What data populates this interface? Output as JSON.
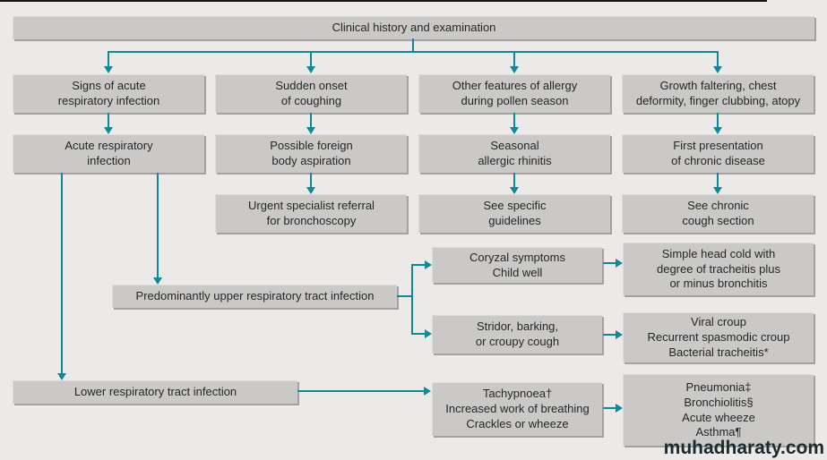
{
  "title": "Clinical history and examination flowchart",
  "palette": {
    "background": "#ebeae8",
    "box_fill": "#cac9c7",
    "box_shadow": "#a3a2a0",
    "arrow": "#0e8995",
    "text": "#262626",
    "watermark": "#1b2a2d"
  },
  "nodes": {
    "root": "Clinical history and examination",
    "signs": "Signs of acute\nrespiratory infection",
    "sudden": "Sudden onset\nof coughing",
    "allergy": "Other features of allergy\nduring pollen season",
    "growth": "Growth faltering, chest\ndeformity, finger clubbing, atopy",
    "acute": "Acute respiratory\ninfection",
    "foreign": "Possible foreign\nbody aspiration",
    "rhinitis": "Seasonal\nallergic rhinitis",
    "chronic_first": "First presentation\nof chronic disease",
    "bronchoscopy": "Urgent specialist referral\nfor bronchoscopy",
    "guidelines": "See specific\nguidelines",
    "chronic_section": "See chronic\ncough section",
    "upper_rti": "Predominantly upper respiratory tract infection",
    "coryzal": "Coryzal symptoms\nChild well",
    "head_cold": "Simple head cold with\ndegree of tracheitis plus\nor minus bronchitis",
    "stridor": "Stridor, barking,\nor croupy cough",
    "croup": "Viral croup\nRecurrent spasmodic croup\nBacterial tracheitis*",
    "lower_rti": "Lower respiratory tract infection",
    "tachypnoea": "Tachypnoea†\nIncreased work of breathing\nCrackles or wheeze",
    "pneumonia": "Pneumonia‡\nBronchiolitis§\nAcute wheeze\nAsthma¶"
  },
  "watermark": "muhadharaty.com"
}
